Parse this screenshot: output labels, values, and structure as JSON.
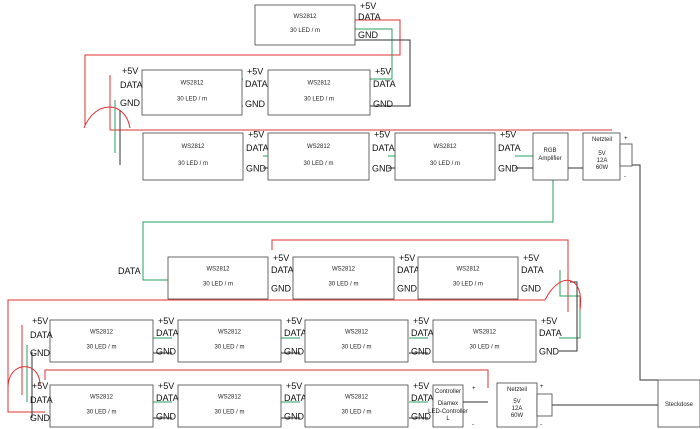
{
  "labels": {
    "chip": "WS2812",
    "density": "30 LED / m",
    "data": "DATA",
    "gnd": "GND",
    "v5": "+5V",
    "plus": "+",
    "minus": "-",
    "amp1": "RGB",
    "amp2": "Amplifier",
    "netz": "Netzteil",
    "psu1": "5V",
    "psu2": "12A",
    "psu3": "60W",
    "data_input": "DATA",
    "ctrl1": "Controller",
    "ctrl2": "Diamex",
    "ctrl3": "LED-Controller",
    "ctrl4": "L",
    "socket": "Steckdose"
  },
  "colors": {
    "v5_wire": "#e03030",
    "data_wire": "#2aa060",
    "gnd_wire": "#333333"
  }
}
